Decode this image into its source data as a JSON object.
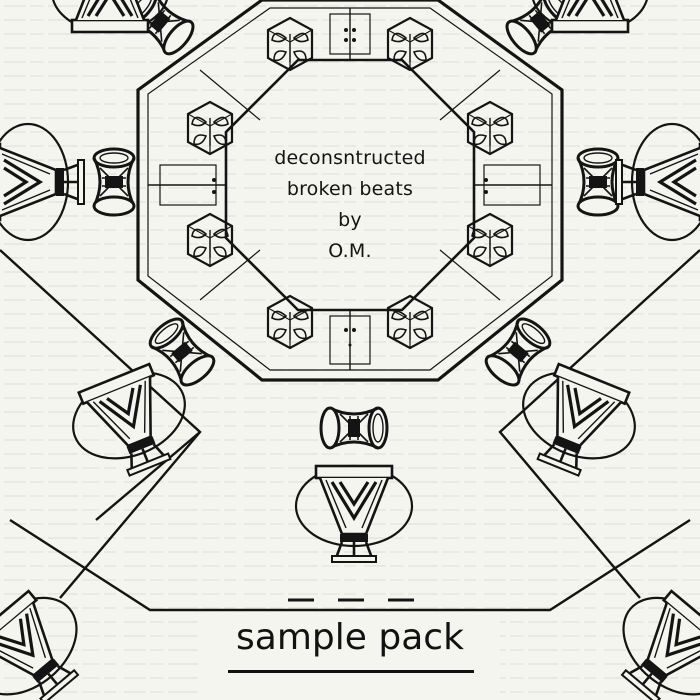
{
  "cover": {
    "title_lines": [
      "deconsntructed",
      "broken beats",
      "by",
      "O.M."
    ],
    "footer_label": "sample pack",
    "colors": {
      "paper": "#f5f5ef",
      "ink": "#141414"
    },
    "motifs": [
      "octagon-frame-icon",
      "leaf-sprig-icon",
      "drum-icon",
      "tripod-stand-icon"
    ]
  }
}
